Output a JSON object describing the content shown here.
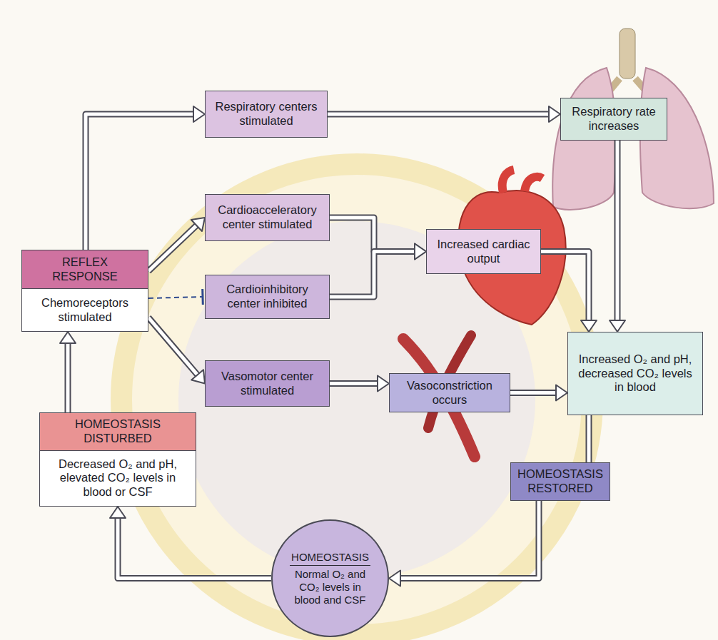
{
  "diagram": {
    "nodes": [
      {
        "text": [
          "Respiratory centers stimulated"
        ]
      },
      {
        "text": [
          "Respiratory rate increases"
        ]
      },
      {
        "text": [
          "Cardioacceleratory center stimulated"
        ]
      },
      {
        "text": [
          "Increased cardiac output"
        ]
      },
      {
        "text": [
          "REFLEX RESPONSE",
          "Chemoreceptors stimulated"
        ]
      },
      {
        "text": [
          "Cardioinhibitory center inhibited"
        ]
      },
      {
        "text": [
          "Vasomotor center stimulated"
        ]
      },
      {
        "text": [
          "Vasoconstriction occurs"
        ]
      },
      {
        "text": [
          "Increased O₂ and pH, decreased CO₂ levels in blood"
        ]
      },
      {
        "text": [
          "HOMEOSTASIS DISTURBED",
          "Decreased O₂ and pH, elevated CO₂ levels in blood or CSF"
        ]
      },
      {
        "text": [
          "HOMEOSTASIS RESTORED"
        ]
      },
      {
        "text": [
          "HOMEOSTASIS",
          "Normal O₂ and CO₂ levels in blood and CSF"
        ]
      }
    ],
    "edges": [
      {
        "from": 4,
        "to": 0,
        "arrow": "to"
      },
      {
        "from": 0,
        "to": 1,
        "arrow": "to"
      },
      {
        "from": 4,
        "to": 2,
        "arrow": "to"
      },
      {
        "from": 4,
        "to": 5,
        "arrow": "to"
      },
      {
        "from": 4,
        "to": 6,
        "arrow": "to"
      },
      {
        "from": 2,
        "to": 3,
        "arrow": "to"
      },
      {
        "from": 5,
        "to": 3,
        "arrow": "to"
      },
      {
        "from": 6,
        "to": 7,
        "arrow": "to"
      },
      {
        "from": 3,
        "to": 8,
        "arrow": "to"
      },
      {
        "from": 1,
        "to": 8,
        "arrow": "to"
      },
      {
        "from": 7,
        "to": 8,
        "arrow": "to"
      },
      {
        "from": 8,
        "to": 10,
        "arrow": "none"
      },
      {
        "from": 10,
        "to": 11,
        "arrow": "to"
      },
      {
        "from": 11,
        "to": 9,
        "arrow": "to"
      },
      {
        "from": 9,
        "to": 4,
        "arrow": "to"
      }
    ]
  }
}
